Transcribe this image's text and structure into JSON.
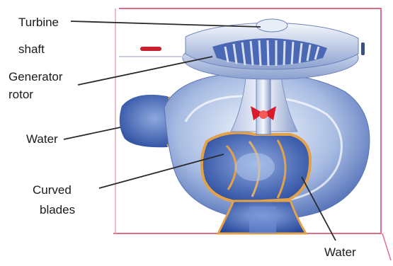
{
  "labels": {
    "turbine": "Turbine",
    "shaft": "shaft",
    "generator": "Generator",
    "rotor": "rotor",
    "water_left": "Water",
    "curved": "Curved",
    "blades": "blades",
    "water_bottom": "Water"
  },
  "colors": {
    "frame": "#e0708a",
    "casing": "#9fb6df",
    "casing_dark": "#3f5fae",
    "rim": "#e2a24a",
    "core": "#d81c2c",
    "leader": "#2a2a2a"
  }
}
